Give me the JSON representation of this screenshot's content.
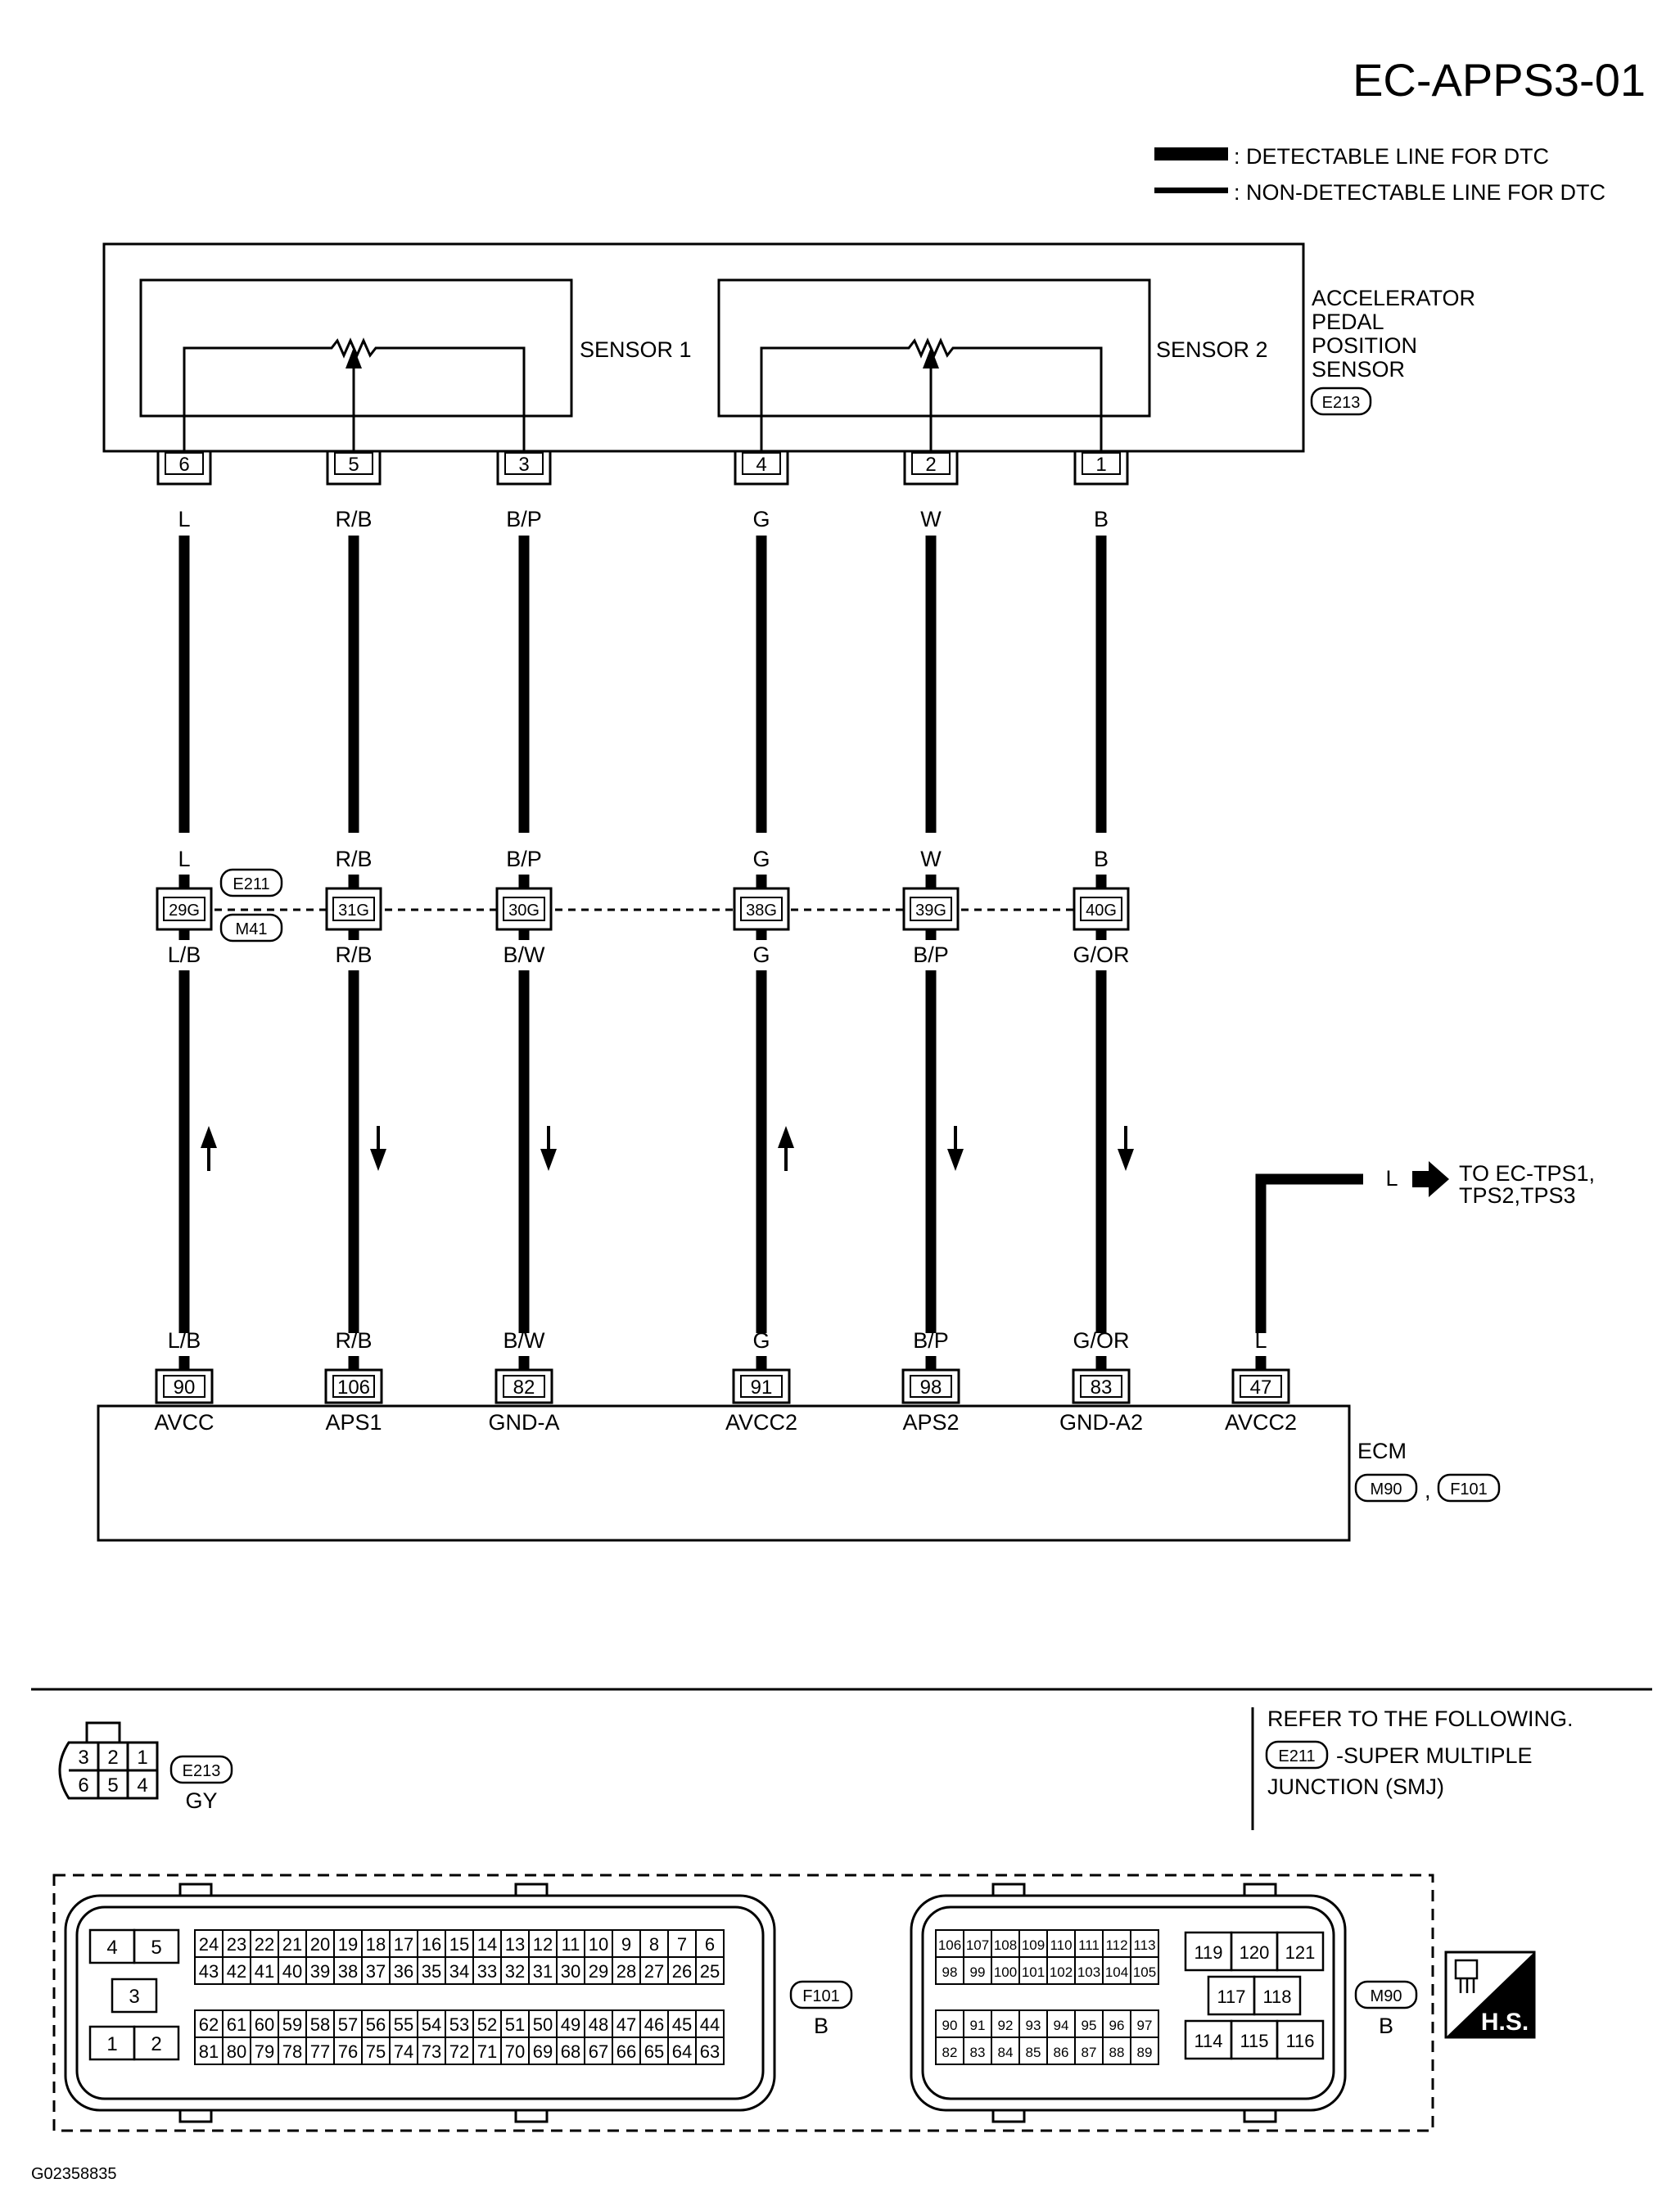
{
  "title": "EC-APPS3-01",
  "legend": {
    "detectable": ": DETECTABLE LINE FOR DTC",
    "non_detectable": ": NON-DETECTABLE LINE FOR DTC"
  },
  "sensor_unit": {
    "name_lines": [
      "ACCELERATOR",
      "PEDAL",
      "POSITION",
      "SENSOR"
    ],
    "connector": "E213",
    "sensor1_label": "SENSOR 1",
    "sensor2_label": "SENSOR 2"
  },
  "wires": [
    {
      "sensor_pin": "6",
      "sensor_color": "L",
      "top_color": "L",
      "jpin": "29G",
      "low_color": "L/B",
      "arrow": "up",
      "ecm_color": "L/B",
      "ecm_pin": "90",
      "ecm_label": "AVCC"
    },
    {
      "sensor_pin": "5",
      "sensor_color": "R/B",
      "top_color": "R/B",
      "jpin": "31G",
      "low_color": "R/B",
      "arrow": "down",
      "ecm_color": "R/B",
      "ecm_pin": "106",
      "ecm_label": "APS1"
    },
    {
      "sensor_pin": "3",
      "sensor_color": "B/P",
      "top_color": "B/P",
      "jpin": "30G",
      "low_color": "B/W",
      "arrow": "down",
      "ecm_color": "B/W",
      "ecm_pin": "82",
      "ecm_label": "GND-A"
    },
    {
      "sensor_pin": "4",
      "sensor_color": "G",
      "top_color": "G",
      "jpin": "38G",
      "low_color": "G",
      "arrow": "up",
      "ecm_color": "G",
      "ecm_pin": "91",
      "ecm_label": "AVCC2"
    },
    {
      "sensor_pin": "2",
      "sensor_color": "W",
      "top_color": "W",
      "jpin": "39G",
      "low_color": "B/P",
      "arrow": "down",
      "ecm_color": "B/P",
      "ecm_pin": "98",
      "ecm_label": "APS2"
    },
    {
      "sensor_pin": "1",
      "sensor_color": "B",
      "top_color": "B",
      "jpin": "40G",
      "low_color": "G/OR",
      "arrow": "down",
      "ecm_color": "G/OR",
      "ecm_pin": "83",
      "ecm_label": "GND-A2"
    }
  ],
  "junction_connectors": [
    "E211",
    "M41"
  ],
  "extra_wire": {
    "color": "L",
    "ecm_color": "L",
    "ecm_pin": "47",
    "ecm_label": "AVCC2",
    "dest_lines": [
      "TO EC-TPS1,",
      "TPS2,TPS3"
    ]
  },
  "ecm": {
    "label": "ECM",
    "connectors": [
      "M90",
      "F101"
    ],
    "separator": ","
  },
  "refer": {
    "line1": "REFER TO THE FOLLOWING.",
    "conn": "E211",
    "line2": "-SUPER MULTIPLE",
    "line3": "JUNCTION (SMJ)"
  },
  "e213_face": {
    "pins_top": [
      "3",
      "2",
      "1"
    ],
    "pins_bottom": [
      "6",
      "5",
      "4"
    ],
    "conn": "E213",
    "color": "GY"
  },
  "f101_face": {
    "conn": "F101",
    "color": "B",
    "left_pins": [
      "4",
      "5",
      "3",
      "1",
      "2"
    ],
    "rows": [
      [
        "24",
        "23",
        "22",
        "21",
        "20",
        "19",
        "18",
        "17",
        "16",
        "15",
        "14",
        "13",
        "12",
        "11",
        "10",
        "9",
        "8",
        "7",
        "6"
      ],
      [
        "43",
        "42",
        "41",
        "40",
        "39",
        "38",
        "37",
        "36",
        "35",
        "34",
        "33",
        "32",
        "31",
        "30",
        "29",
        "28",
        "27",
        "26",
        "25"
      ],
      [
        "62",
        "61",
        "60",
        "59",
        "58",
        "57",
        "56",
        "55",
        "54",
        "53",
        "52",
        "51",
        "50",
        "49",
        "48",
        "47",
        "46",
        "45",
        "44"
      ],
      [
        "81",
        "80",
        "79",
        "78",
        "77",
        "76",
        "75",
        "74",
        "73",
        "72",
        "71",
        "70",
        "69",
        "68",
        "67",
        "66",
        "65",
        "64",
        "63"
      ]
    ]
  },
  "m90_face": {
    "conn": "M90",
    "color": "B",
    "rows": [
      [
        "106",
        "107",
        "108",
        "109",
        "110",
        "111",
        "112",
        "113"
      ],
      [
        "98",
        "99",
        "100",
        "101",
        "102",
        "103",
        "104",
        "105"
      ],
      [
        "90",
        "91",
        "92",
        "93",
        "94",
        "95",
        "96",
        "97"
      ],
      [
        "82",
        "83",
        "84",
        "85",
        "86",
        "87",
        "88",
        "89"
      ]
    ],
    "right_pins": [
      "119",
      "120",
      "121",
      "117",
      "118",
      "114",
      "115",
      "116"
    ]
  },
  "hs_label": "H.S.",
  "figure_id": "G02358835"
}
